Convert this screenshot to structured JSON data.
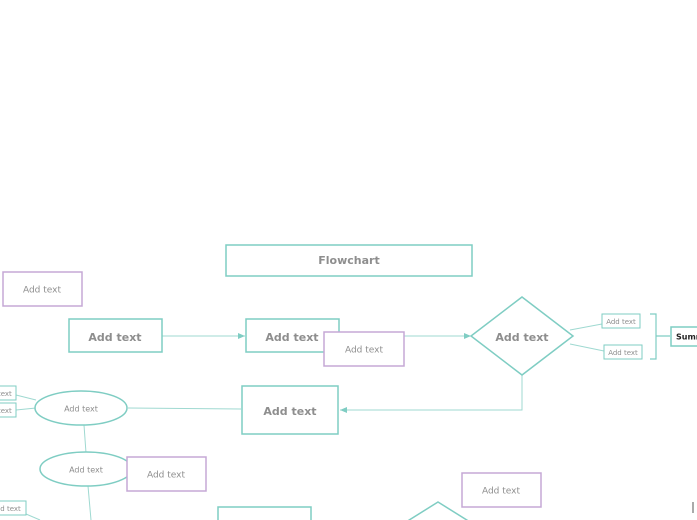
{
  "title": "Flowchart",
  "colors": {
    "teal": "#7fcdc3",
    "purple": "#c5a8d5",
    "text": "#8e8e8e",
    "dark_text": "#222222"
  },
  "nodes": {
    "start": "Add text",
    "process_1": "Add text",
    "decision_1": "Add text",
    "process_2": "Add text",
    "ellipse_1": "Add text",
    "ellipse_2": "Add text",
    "note_top_left": "Add text",
    "note_process_1": "Add text",
    "note_ellipse_2": "Add text",
    "note_bottom_right": "Add text",
    "branch_yes": "Add text",
    "branch_no": "Add text",
    "left_branch_1": "Add text",
    "left_branch_2": "Add text",
    "left_branch_3": "Add text",
    "summary": "Summary"
  }
}
